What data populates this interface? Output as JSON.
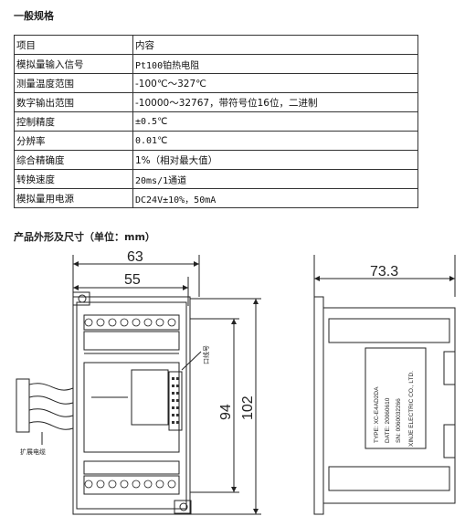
{
  "spec_title": "一般规格",
  "specs": {
    "header": [
      "项目",
      "内容"
    ],
    "rows": [
      [
        "模拟量输入信号",
        "Pt100铂热电阻"
      ],
      [
        "测量温度范围",
        "-100℃～327℃"
      ],
      [
        "数字输出范围",
        "-10000～32767，带符号位16位，二进制"
      ],
      [
        "控制精度",
        "±0.5℃"
      ],
      [
        "分辨率",
        "0.01℃"
      ],
      [
        "综合精确度",
        "1%（相对最大值）"
      ],
      [
        "转换速度",
        "20ms/1通道"
      ],
      [
        "模拟量用电源",
        "DC24V±10%，50mA"
      ]
    ]
  },
  "dim_title": "产品外形及尺寸（单位：mm）",
  "drawing": {
    "dim_63": "63",
    "dim_55": "55",
    "dim_73_3": "73.3",
    "dim_94": "94",
    "dim_102": "102",
    "cable_label": "扩展电缆",
    "port_label": "口线号",
    "label_lines": [
      "TYPE: XC-E4AD2DA",
      "DATE: 20060610",
      "SN: 0060032266",
      "XINJE ELECTRIC CO., LTD."
    ]
  }
}
